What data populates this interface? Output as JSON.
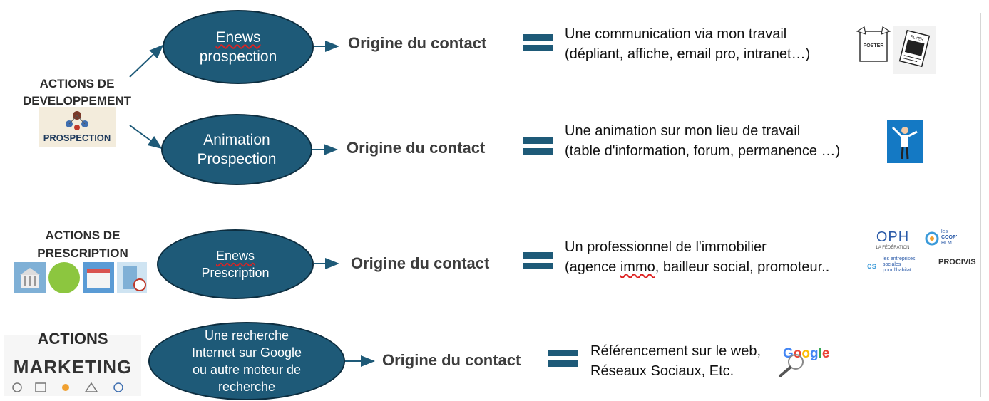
{
  "rows": [
    {
      "ellipse_lines": [
        "Enews",
        "prospection"
      ],
      "origin": "Origine du contact",
      "desc_lines": [
        "Une communication via mon travail",
        "(dépliant, affiche, email pro, intranet…)"
      ],
      "icons": [
        {
          "name": "poster-icon",
          "text": "POSTER"
        },
        {
          "name": "flyer-icon",
          "text": "FLYER"
        }
      ]
    },
    {
      "ellipse_lines": [
        "Animation",
        "Prospection"
      ],
      "origin": "Origine du contact",
      "desc_lines": [
        "Une animation sur mon lieu de travail",
        "(table d'information, forum, permanence …)"
      ]
    },
    {
      "ellipse_lines": [
        "Enews",
        "Prescription"
      ],
      "origin": "Origine du contact",
      "desc_lines": [
        "Un professionnel de l'immobilier",
        "(agence immo, bailleur social, promoteur.."
      ]
    },
    {
      "ellipse_lines": [
        "Une recherche",
        "Internet sur Google",
        "ou autre moteur de",
        "recherche"
      ],
      "origin": "Origine du contact",
      "desc_lines": [
        "Référencement sur le web,",
        "Réseaux Sociaux, Etc."
      ]
    }
  ],
  "actions": {
    "developpement": {
      "lines": [
        "ACTIONS DE",
        "DEVELOPPEMENT"
      ],
      "badge": "PROSPECTION"
    },
    "prescription": {
      "lines": [
        "ACTIONS DE",
        "PRESCRIPTION"
      ]
    },
    "marketing": {
      "title": "ACTIONS",
      "word": "MARKETING"
    }
  },
  "logos": {
    "oph": "OPH",
    "oph_sub": "LA FÉDÉRATION",
    "coop": [
      "les",
      "COOP'",
      "HLM"
    ],
    "esh": [
      "les entreprises",
      "sociales",
      "pour l'habitat"
    ],
    "procivis": "PROCIVIS",
    "google": "Google",
    "google_colors": [
      "#4285F4",
      "#EA4335",
      "#FBBC05",
      "#4285F4",
      "#34A853",
      "#EA4335"
    ]
  }
}
